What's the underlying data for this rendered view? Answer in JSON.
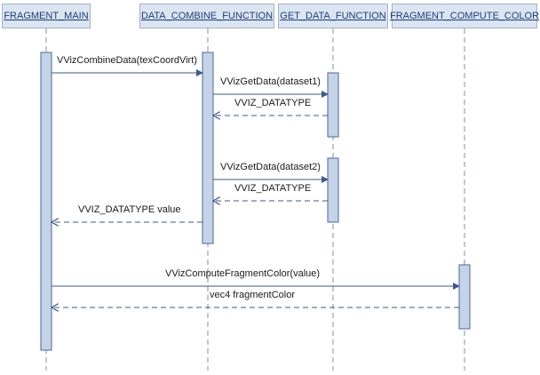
{
  "diagram": {
    "participants": [
      {
        "name": "FRAGMENT_MAIN"
      },
      {
        "name": "DATA_COMBINE_FUNCTION"
      },
      {
        "name": "GET_DATA_FUNCTION"
      },
      {
        "name": "FRAGMENT_COMPUTE_COLOR"
      }
    ],
    "messages": [
      {
        "label": "VVizCombineData(texCoordVirt)",
        "from": "FRAGMENT_MAIN",
        "to": "DATA_COMBINE_FUNCTION",
        "style": "call"
      },
      {
        "label": "VVizGetData(dataset1)",
        "from": "DATA_COMBINE_FUNCTION",
        "to": "GET_DATA_FUNCTION",
        "style": "call"
      },
      {
        "label": "VVIZ_DATATYPE",
        "from": "GET_DATA_FUNCTION",
        "to": "DATA_COMBINE_FUNCTION",
        "style": "return"
      },
      {
        "label": "VVizGetData(dataset2)",
        "from": "DATA_COMBINE_FUNCTION",
        "to": "GET_DATA_FUNCTION",
        "style": "call"
      },
      {
        "label": "VVIZ_DATATYPE",
        "from": "GET_DATA_FUNCTION",
        "to": "DATA_COMBINE_FUNCTION",
        "style": "return"
      },
      {
        "label": "VVIZ_DATATYPE value",
        "from": "DATA_COMBINE_FUNCTION",
        "to": "FRAGMENT_MAIN",
        "style": "return"
      },
      {
        "label": "VVizComputeFragmentColor(value)",
        "from": "FRAGMENT_MAIN",
        "to": "FRAGMENT_COMPUTE_COLOR",
        "style": "call"
      },
      {
        "label": "vec4 fragmentColor",
        "from": "FRAGMENT_COMPUTE_COLOR",
        "to": "FRAGMENT_MAIN",
        "style": "return"
      }
    ],
    "colors": {
      "header_fill": "#dbe5f1",
      "header_border": "#9fb3cc",
      "header_text": "#1f3d7a",
      "arrow": "#3c5a8c",
      "activation_fill": "#c5d3e8",
      "activation_border": "#4a6a9c",
      "lifeline": "#7f8fa8"
    }
  }
}
